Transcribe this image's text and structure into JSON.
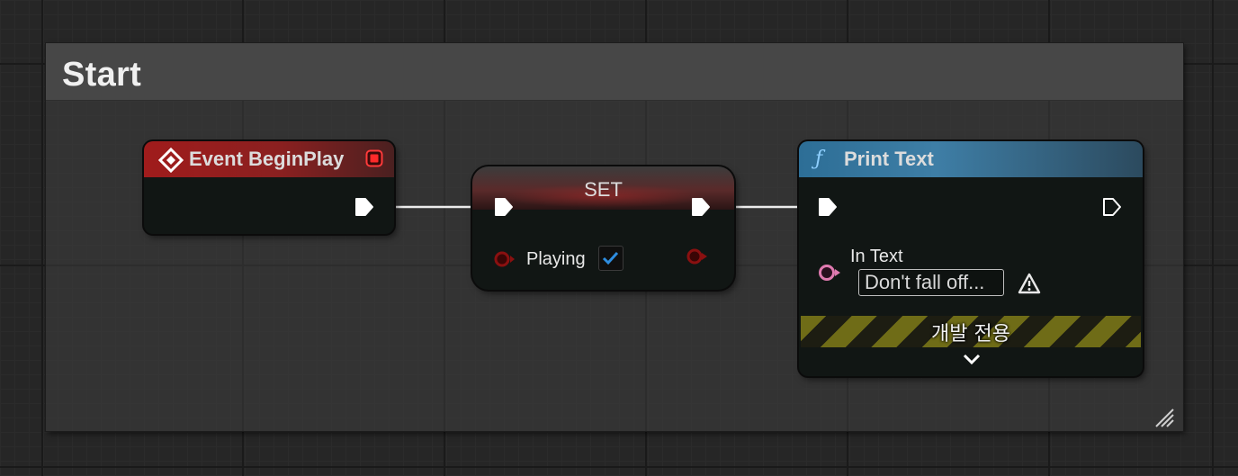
{
  "comment": {
    "title": "Start"
  },
  "nodes": {
    "event_begin_play": {
      "title": "Event BeginPlay"
    },
    "set": {
      "title": "SET",
      "pin_label": "Playing",
      "checked": true
    },
    "print_text": {
      "title": "Print Text",
      "function_glyph": "ƒ",
      "input_label": "In Text",
      "input_value": "Don't fall off...",
      "dev_only_label": "개발 전용"
    }
  },
  "colors": {
    "event_header": "#a01c1c",
    "function_header": "#3e7ea6",
    "bool_pin": "#8a1010",
    "text_pin": "#e07ab0",
    "exec_pin": "#ffffff",
    "hazard_stripe": "#6f6c17"
  },
  "icons": [
    "event-diamond-icon",
    "delegate-pin-icon",
    "exec-pin-icon",
    "checkbox-check-icon",
    "function-icon",
    "warning-icon",
    "chevron-down-icon",
    "resize-handle-icon"
  ]
}
